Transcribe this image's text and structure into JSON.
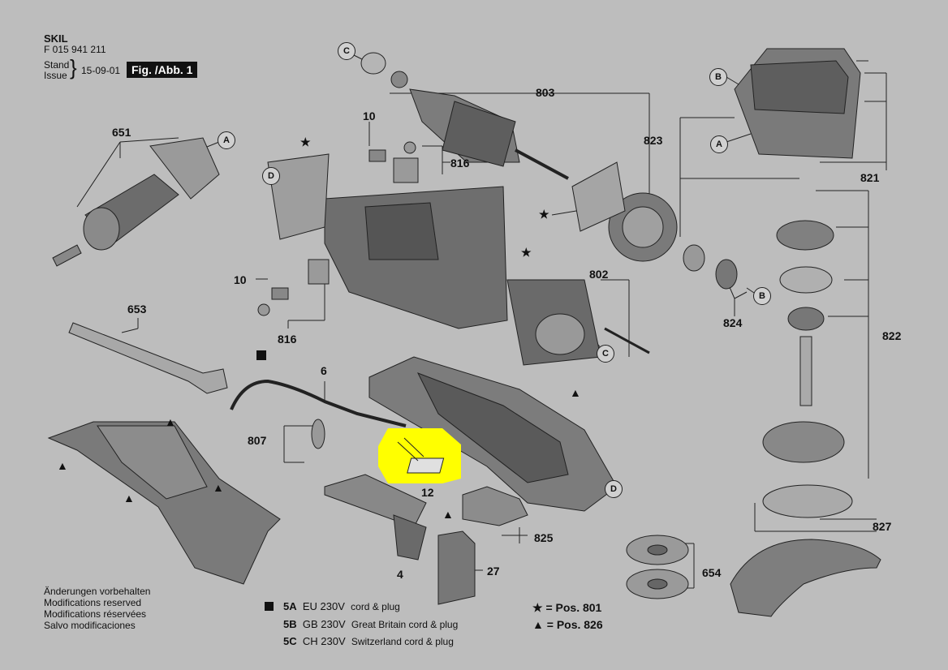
{
  "header": {
    "brand": "SKIL",
    "part_no": "F 015 941 211",
    "stand": "Stand",
    "issue": "Issue",
    "date": "15-09-01",
    "figure": "Fig. /Abb. 1"
  },
  "part_labels": {
    "p651": "651",
    "p653": "653",
    "p10a": "10",
    "p10b": "10",
    "p816a": "816",
    "p816b": "816",
    "p803": "803",
    "p802": "802",
    "p823": "823",
    "p821": "821",
    "p822": "822",
    "p824": "824",
    "p6": "6",
    "p807": "807",
    "p12": "12",
    "p4": "4",
    "p27": "27",
    "p825": "825",
    "p654": "654",
    "p827": "827"
  },
  "callouts": {
    "c1": "C",
    "c2": "C",
    "b1": "B",
    "b2": "B",
    "a1": "A",
    "a2": "A",
    "d1": "D",
    "d2": "D"
  },
  "notes": [
    "Änderungen vorbehalten",
    "Modifications reserved",
    "Modifications réservées",
    "Salvo modificaciones"
  ],
  "legend": [
    {
      "code": "5A",
      "voltage": "EU 230V",
      "desc": "cord & plug",
      "marker": true
    },
    {
      "code": "5B",
      "voltage": "GB 230V",
      "desc": "Great Britain cord & plug",
      "marker": false
    },
    {
      "code": "5C",
      "voltage": "CH 230V",
      "desc": "Switzerland cord & plug",
      "marker": false
    }
  ],
  "pos_legend": [
    {
      "symbol": "★",
      "text": "= Pos. 801"
    },
    {
      "symbol": "▲",
      "text": "= Pos. 826"
    }
  ],
  "highlight_color": "#ffff00"
}
